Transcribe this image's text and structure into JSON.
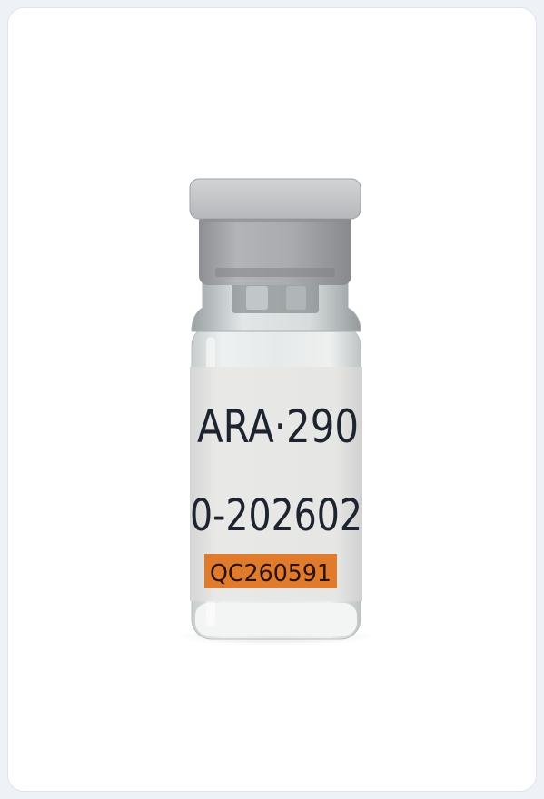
{
  "vial": {
    "label_line1": "ARA·290",
    "label_line2": "0-202602",
    "qc_code": "QC260591"
  },
  "colors": {
    "cap": "#a9aaad",
    "cap_top": "#c9cacc",
    "glass": "#e9eced",
    "label": "#e4e4e2",
    "qc_sticker": "#e07a2c",
    "ink": "#1d2430"
  }
}
